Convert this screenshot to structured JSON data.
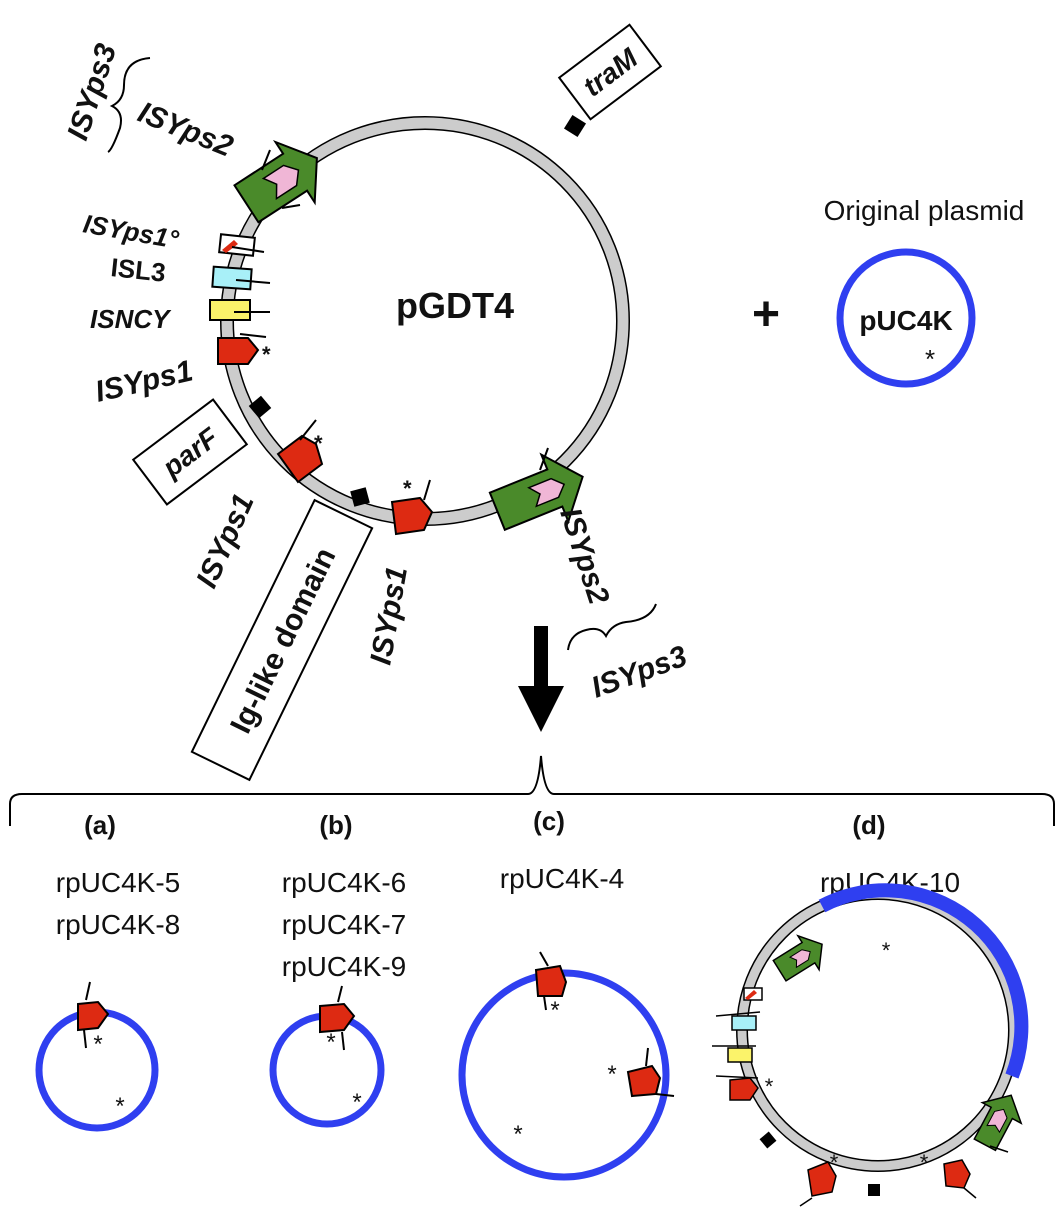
{
  "main_plasmid": {
    "name": "pGDT4",
    "features": {
      "isyps3_top": "ISYps3",
      "isyps2_top": "ISYps2",
      "isyps1_deg": "ISYps1°",
      "isl3": "ISL3",
      "isncy": "ISNCY",
      "isyps1_a": "ISYps1",
      "isyps1_b": "ISYps1",
      "isyps1_c": "ISYps1",
      "isyps2_bottom": "ISYps2",
      "isyps3_bottom": "ISYps3",
      "tram": "traM",
      "parf": "parF",
      "ig_like": "Ig-like domain"
    }
  },
  "plus_sign": "+",
  "original": {
    "heading": "Original plasmid",
    "name": "pUC4K"
  },
  "asterisk": "*",
  "panels": [
    {
      "letter": "(a)",
      "names": [
        "rpUC4K-5",
        "rpUC4K-8"
      ]
    },
    {
      "letter": "(b)",
      "names": [
        "rpUC4K-6",
        "rpUC4K-7",
        "rpUC4K-9"
      ]
    },
    {
      "letter": "(c)",
      "names": [
        "rpUC4K-4"
      ]
    },
    {
      "letter": "(d)",
      "names": [
        "rpUC4K-10"
      ]
    }
  ],
  "colors": {
    "backbone": "#cccccc",
    "puc_blue": "#2f3ff0",
    "isyps1_red": "#dd2a12",
    "isyps2_green": "#4a8a2a",
    "isyps3_pink": "#f0b6d6",
    "isl3_cyan": "#a8f0f8",
    "isncy_yellow": "#fbf36a",
    "marker_black": "#000000"
  }
}
